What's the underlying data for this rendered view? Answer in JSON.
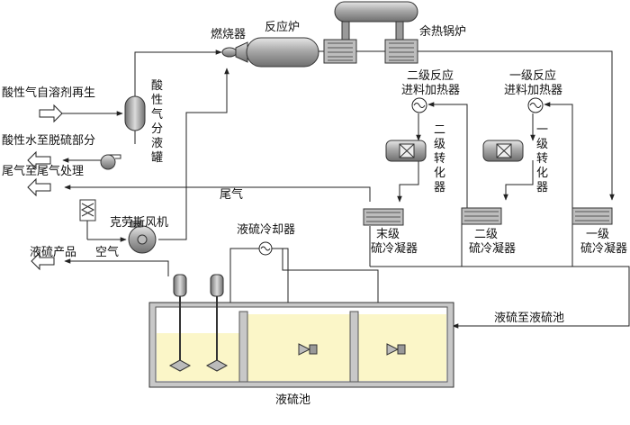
{
  "diagram": {
    "inputs": {
      "acid_gas_from_solvent_regen": "酸性气自溶剂再生",
      "acid_water_to_desulfur": "酸性水至脱硫部分",
      "tail_gas_to_treatment": "尾气至尾气处理",
      "liquid_sulfur_product": "液硫产品"
    },
    "equipment": {
      "burner": "燃烧器",
      "reactor_furnace": "反应炉",
      "waste_heat_boiler": "余热锅炉",
      "acid_gas_knockout_drum": [
        "酸",
        "性",
        "气",
        "分",
        "液",
        "罐"
      ],
      "blower": "克劳斯风机",
      "air": "空气",
      "stage2_reheater": [
        "二级反应",
        "进料加热器"
      ],
      "stage1_reheater": [
        "一级反应",
        "进料加热器"
      ],
      "stage2_converter": [
        "二",
        "级",
        "转",
        "化",
        "器"
      ],
      "stage1_converter": [
        "一",
        "级",
        "转",
        "化",
        "器"
      ],
      "final_condenser": [
        "末级",
        "硫冷凝器"
      ],
      "stage2_condenser": [
        "二级",
        "硫冷凝器"
      ],
      "stage1_condenser": [
        "一级",
        "硫冷凝器"
      ],
      "sulfur_cooler": "液硫冷却器",
      "sulfur_pit": "液硫池"
    },
    "streams": {
      "tail_gas": "尾气",
      "liquid_sulfur_to_pit": "液硫至液硫池"
    },
    "colors": {
      "line": "#222222",
      "equipment_gray": "#9a9a9a",
      "pit_liquid": "#fbf6c8",
      "pit_wall": "#c8c8c8"
    }
  }
}
